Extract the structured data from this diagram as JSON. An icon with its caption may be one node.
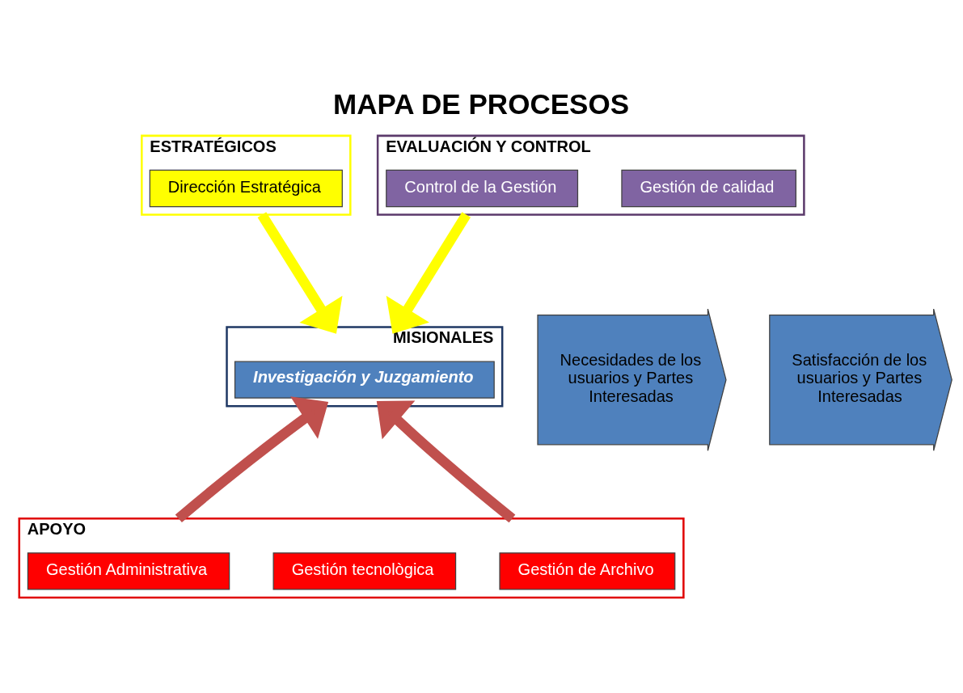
{
  "diagram": {
    "title": "MAPA DE PROCESOS",
    "nodes": [
      {
        "text": [
          "ESTRATÉGICOS"
        ]
      },
      {
        "text": [
          "Dirección Estratégica"
        ],
        "in": 0
      },
      {
        "text": [
          "EVALUACIÓN Y CONTROL"
        ]
      },
      {
        "text": [
          "Control de la Gestión"
        ],
        "in": 2
      },
      {
        "text": [
          "Gestión de calidad"
        ],
        "in": 2
      },
      {
        "text": [
          "MISIONALES"
        ]
      },
      {
        "text": [
          "Investigación y Juzgamiento"
        ],
        "in": 5
      },
      {
        "text": [
          "APOYO"
        ]
      },
      {
        "text": [
          "Gestión Administrativa"
        ],
        "in": 7
      },
      {
        "text": [
          "Gestión tecnològica"
        ],
        "in": 7
      },
      {
        "text": [
          "Gestión de Archivo"
        ],
        "in": 7
      },
      {
        "text": [
          "Necesidades de los usuarios y Partes Interesadas"
        ]
      },
      {
        "text": [
          "Satisfacción de los usuarios y Partes Interesadas"
        ]
      }
    ],
    "edges": [
      {
        "from": 0,
        "to": 5,
        "arrow": "to",
        "color": "#ffff00"
      },
      {
        "from": 2,
        "to": 5,
        "arrow": "to",
        "color": "#ffff00"
      },
      {
        "from": 7,
        "to": 5,
        "arrow": "to",
        "color": "#c0504d"
      },
      {
        "from": 7,
        "to": 5,
        "arrow": "to",
        "color": "#c0504d"
      }
    ]
  }
}
